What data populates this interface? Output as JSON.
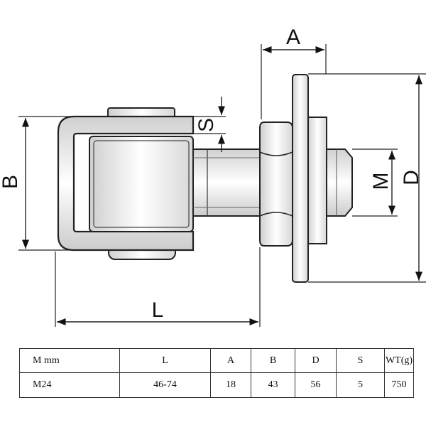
{
  "diagram": {
    "dimension_labels": {
      "a": "A",
      "b": "B",
      "d": "D",
      "l": "L",
      "m": "M",
      "s": "S"
    }
  },
  "spec_table": {
    "headers": [
      "M mm",
      "L",
      "A",
      "B",
      "D",
      "S",
      "WT(g)"
    ],
    "rows": [
      [
        "M24",
        "46-74",
        "18",
        "43",
        "56",
        "5",
        "750"
      ]
    ]
  }
}
